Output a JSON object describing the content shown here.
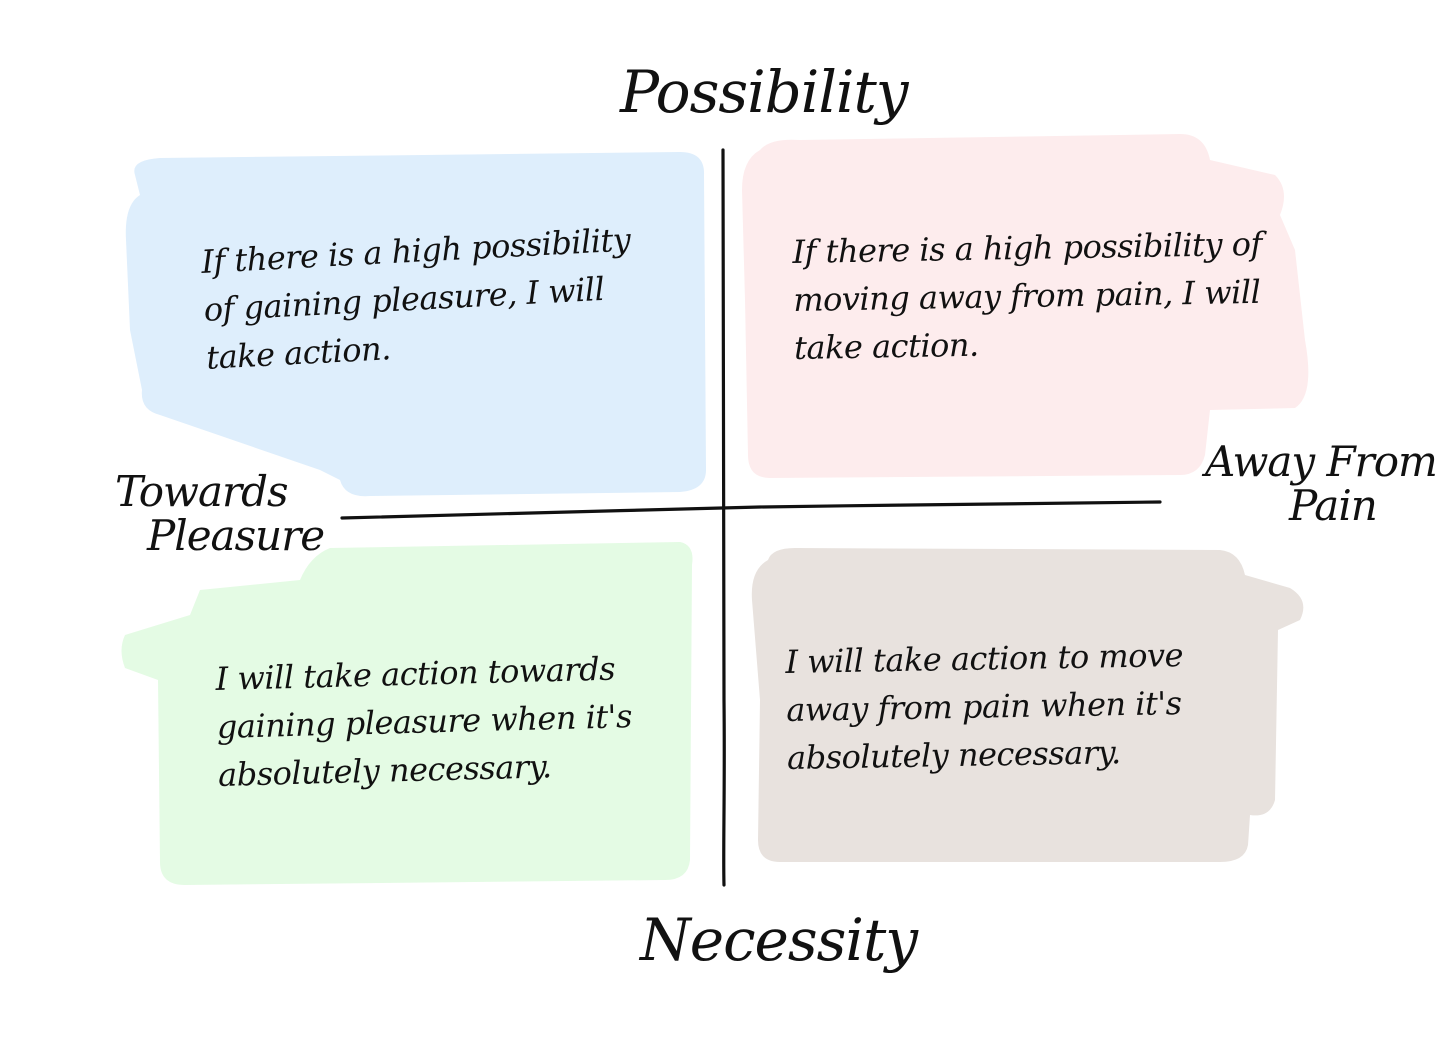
{
  "axes": {
    "top": "Possibility",
    "bottom": "Necessity",
    "left": [
      "Towards",
      "Pleasure"
    ],
    "right": [
      "Away From",
      "Pain"
    ]
  },
  "quadrants": {
    "top_left": {
      "text": "If there is a high possibility of gaining pleasure, I will take action.",
      "color": "#deeefc"
    },
    "top_right": {
      "text": "If there is a high possibility of moving away from pain, I will take action.",
      "color": "#fdeced"
    },
    "bottom_left": {
      "text": "I will take action towards gaining pleasure when it's absolutely necessary.",
      "color": "#e4fbe4"
    },
    "bottom_right": {
      "text": "I will take action to move away from pain when it's absolutely necessary.",
      "color": "#e8e2de"
    }
  }
}
